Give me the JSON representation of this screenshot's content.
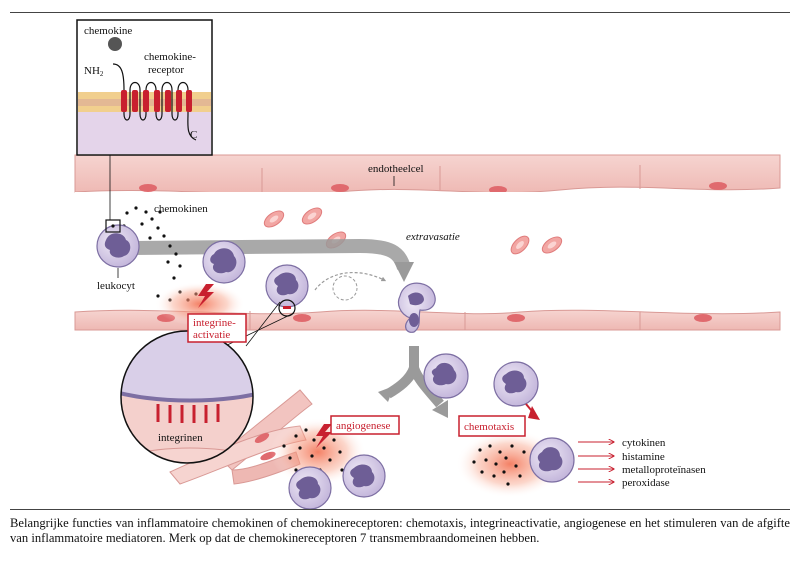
{
  "inset": {
    "chemokine": "chemokine",
    "nh2_main": "NH",
    "nh2_sub": "2",
    "receptor_line1": "chemokine-",
    "receptor_line2": "receptor",
    "c_terminus": "C"
  },
  "labels": {
    "endotheelcel": "endotheelcel",
    "chemokinen": "chemokinen",
    "extravasatie": "extravasatie",
    "leukocyt": "leukocyt",
    "integrine_line1": "integrine-",
    "integrine_line2": "activatie",
    "integrinen": "integrinen",
    "angiogenese": "angiogenese",
    "chemotaxis": "chemotaxis"
  },
  "mediators": [
    "cytokinen",
    "histamine",
    "metalloproteïnasen",
    "peroxidase"
  ],
  "caption": "Belangrijke functies van inflammatoire chemokinen of chemokinereceptoren: chemotaxis, integrineactivatie, angiogenese en het stimuleren van de afgifte van inflammatoire mediatoren. Merk op dat de chemokinereceptoren 7 transmembraandomeinen hebben.",
  "colors": {
    "vessel": "#f2c4c0",
    "vessel_edge": "#d99995",
    "cell": "#cfc4e2",
    "cell_edge": "#7d6fa3",
    "nucleus": "#6e5e96",
    "accent_red": "#c8202f",
    "membrane": "#e8c98a",
    "arrow_gray": "#9a9a9a"
  }
}
